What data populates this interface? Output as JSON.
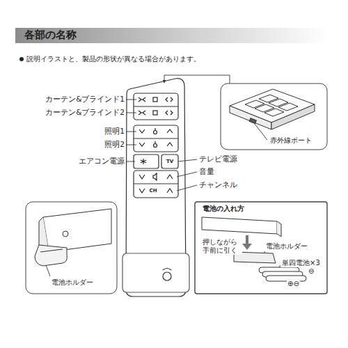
{
  "diagram": {
    "title": "各部の名称",
    "nodes": [
      {
        "text": [
          "赤外線ポート"
        ]
      },
      {
        "text": [
          "電池ホルダー"
        ]
      },
      {
        "text": [
          "電池の入れ方",
          "押しながら 手前に引く",
          "電池ホルダー",
          "単四電池×3",
          "⊖",
          "⊕⊖"
        ]
      }
    ],
    "labels": [
      "説明イラストと、製品の形状が異なる場合があります。",
      "カーテン&ブラインド1",
      "カーテン&ブラインド2",
      "照明1",
      "照明2",
      "エアコン電源",
      "テレビ電源",
      "音量",
      "チャンネル",
      "TV",
      "CH"
    ]
  }
}
